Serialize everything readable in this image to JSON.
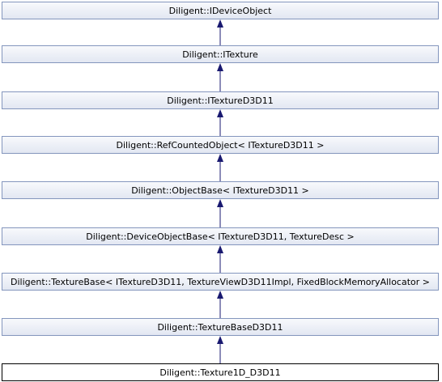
{
  "nodes": [
    {
      "id": "n0",
      "label": "Diligent::IDeviceObject",
      "current": false
    },
    {
      "id": "n1",
      "label": "Diligent::ITexture",
      "current": false
    },
    {
      "id": "n2",
      "label": "Diligent::ITextureD3D11",
      "current": false
    },
    {
      "id": "n3",
      "label": "Diligent::RefCountedObject< ITextureD3D11 >",
      "current": false
    },
    {
      "id": "n4",
      "label": "Diligent::ObjectBase< ITextureD3D11 >",
      "current": false
    },
    {
      "id": "n5",
      "label": "Diligent::DeviceObjectBase< ITextureD3D11, TextureDesc >",
      "current": false
    },
    {
      "id": "n6",
      "label": "Diligent::TextureBase< ITextureD3D11, TextureViewD3D11Impl, FixedBlockMemoryAllocator >",
      "current": false
    },
    {
      "id": "n7",
      "label": "Diligent::TextureBaseD3D11",
      "current": false
    },
    {
      "id": "n8",
      "label": "Diligent::Texture1D_D3D11",
      "current": true
    }
  ],
  "edges": [
    {
      "from": "n1",
      "to": "n0"
    },
    {
      "from": "n2",
      "to": "n1"
    },
    {
      "from": "n3",
      "to": "n2"
    },
    {
      "from": "n4",
      "to": "n3"
    },
    {
      "from": "n5",
      "to": "n4"
    },
    {
      "from": "n6",
      "to": "n5"
    },
    {
      "from": "n7",
      "to": "n6"
    },
    {
      "from": "n8",
      "to": "n7"
    }
  ],
  "colors": {
    "edge": "#191970",
    "node_border": "#8496bd",
    "current_border": "#000000"
  }
}
